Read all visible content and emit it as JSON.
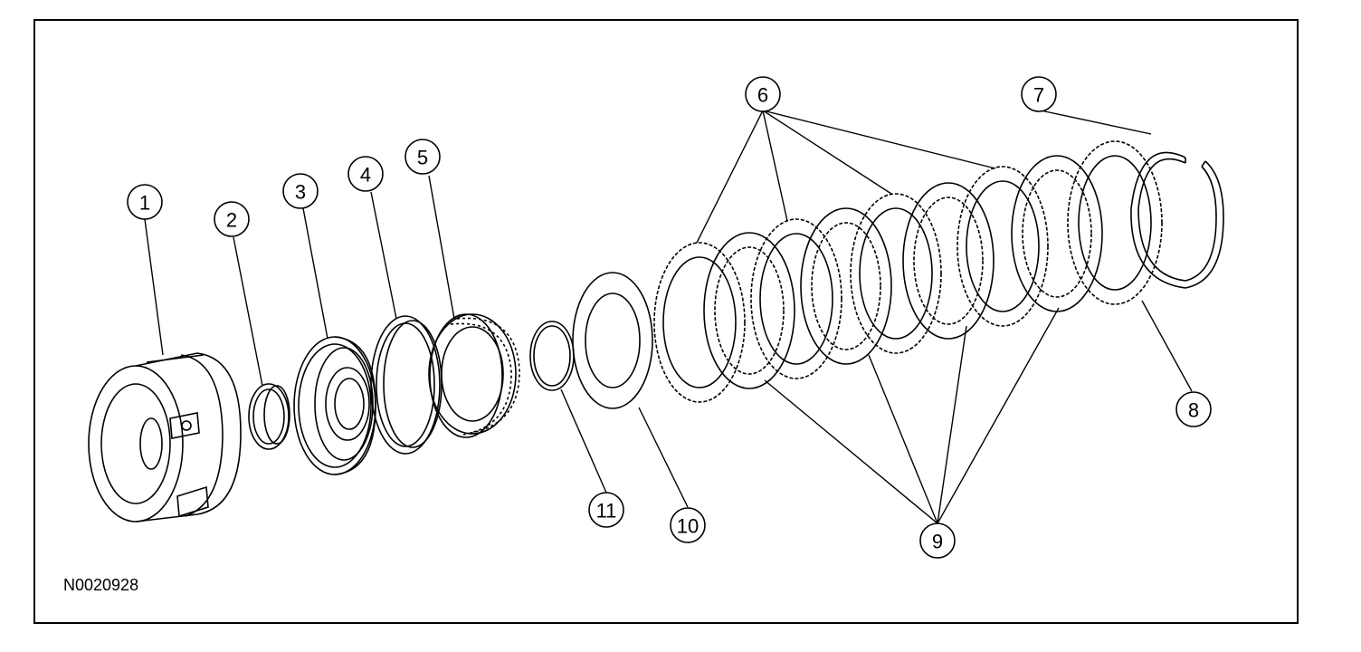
{
  "figure": {
    "id_label": "N0020928"
  },
  "callouts": [
    {
      "id": "c1",
      "label": "1"
    },
    {
      "id": "c2",
      "label": "2"
    },
    {
      "id": "c3",
      "label": "3"
    },
    {
      "id": "c4",
      "label": "4"
    },
    {
      "id": "c5",
      "label": "5"
    },
    {
      "id": "c6",
      "label": "6"
    },
    {
      "id": "c7",
      "label": "7"
    },
    {
      "id": "c8",
      "label": "8"
    },
    {
      "id": "c9",
      "label": "9"
    },
    {
      "id": "c10",
      "label": "10"
    },
    {
      "id": "c11",
      "label": "11"
    }
  ]
}
